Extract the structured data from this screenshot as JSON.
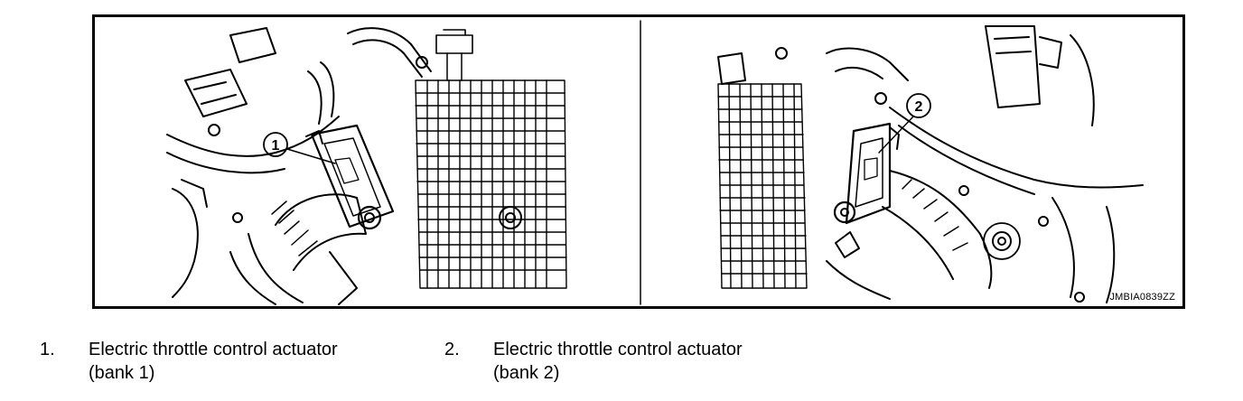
{
  "figure": {
    "code": "JMBIA0839ZZ",
    "callouts": [
      "1",
      "2"
    ]
  },
  "legend": [
    {
      "number": "1.",
      "line1": "Electric throttle control actuator",
      "line2": "(bank 1)"
    },
    {
      "number": "2.",
      "line1": "Electric throttle control actuator",
      "line2": "(bank 2)"
    }
  ]
}
